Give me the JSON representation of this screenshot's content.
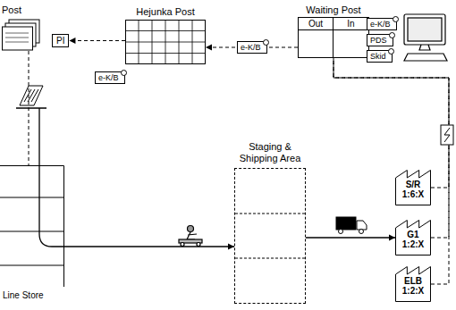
{
  "diagram": {
    "nodes": [
      {
        "text": [
          "Post"
        ]
      },
      {
        "text": [
          "PI"
        ]
      },
      {
        "text": [
          "Hejunka Post"
        ]
      },
      {
        "text": [
          "Waiting Post"
        ]
      },
      {
        "text": [
          "Out"
        ],
        "in": 3
      },
      {
        "text": [
          "In"
        ],
        "in": 3
      },
      {
        "text": [
          "Staging & Shipping Area"
        ]
      },
      {
        "text": [
          "S/R 1:6:X"
        ]
      },
      {
        "text": [
          "G1 1:2:X"
        ]
      },
      {
        "text": [
          "ELB 1:2:X"
        ]
      },
      {
        "text": [
          "Line Store"
        ]
      }
    ],
    "edges": [
      {
        "from": 3,
        "to": 2,
        "arrow": "to",
        "label": "e-K/B"
      },
      {
        "from": 2,
        "to": 1,
        "arrow": "to"
      },
      {
        "from": 0,
        "to": 10,
        "arrow": "none"
      },
      {
        "from": 10,
        "to": 6,
        "arrow": "to"
      },
      {
        "from": 6,
        "to": 8,
        "arrow": "to"
      },
      {
        "from": 7,
        "to": 3,
        "arrow": "none"
      },
      {
        "from": 8,
        "to": 3,
        "arrow": "none"
      },
      {
        "from": 9,
        "to": 3,
        "arrow": "none"
      }
    ],
    "labels": [
      "e-K/B",
      "e-K/B",
      "PDS",
      "Skid"
    ]
  }
}
